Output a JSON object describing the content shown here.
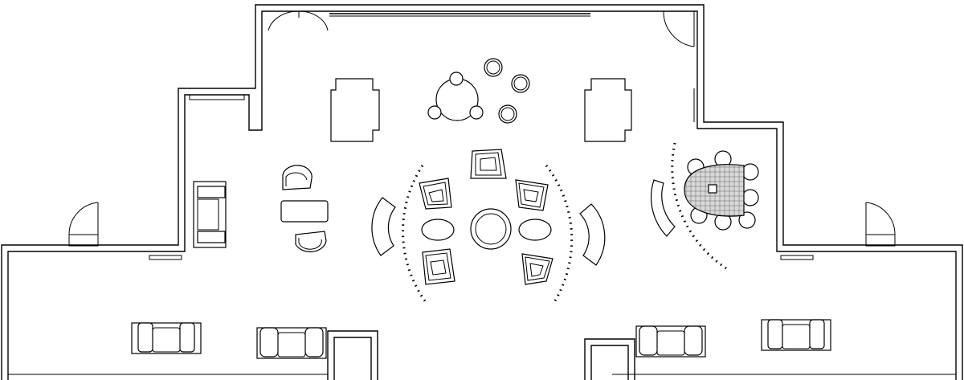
{
  "drawing": {
    "kind": "architectural floor plan (lounge furniture layout)",
    "line_color": "#000000",
    "background": "#ffffff",
    "table_fill": "#d9d9d9",
    "elements": {
      "walls": "wall-outline",
      "doors": [
        "door-swing-top",
        "door-swing-top-right",
        "door-swing-left",
        "door-swing-right"
      ],
      "tables": [
        "round-table",
        "oval-conference-table",
        "coffee-table"
      ],
      "seating": [
        "lounge-chair",
        "armchair",
        "sofa",
        "stool"
      ]
    }
  }
}
